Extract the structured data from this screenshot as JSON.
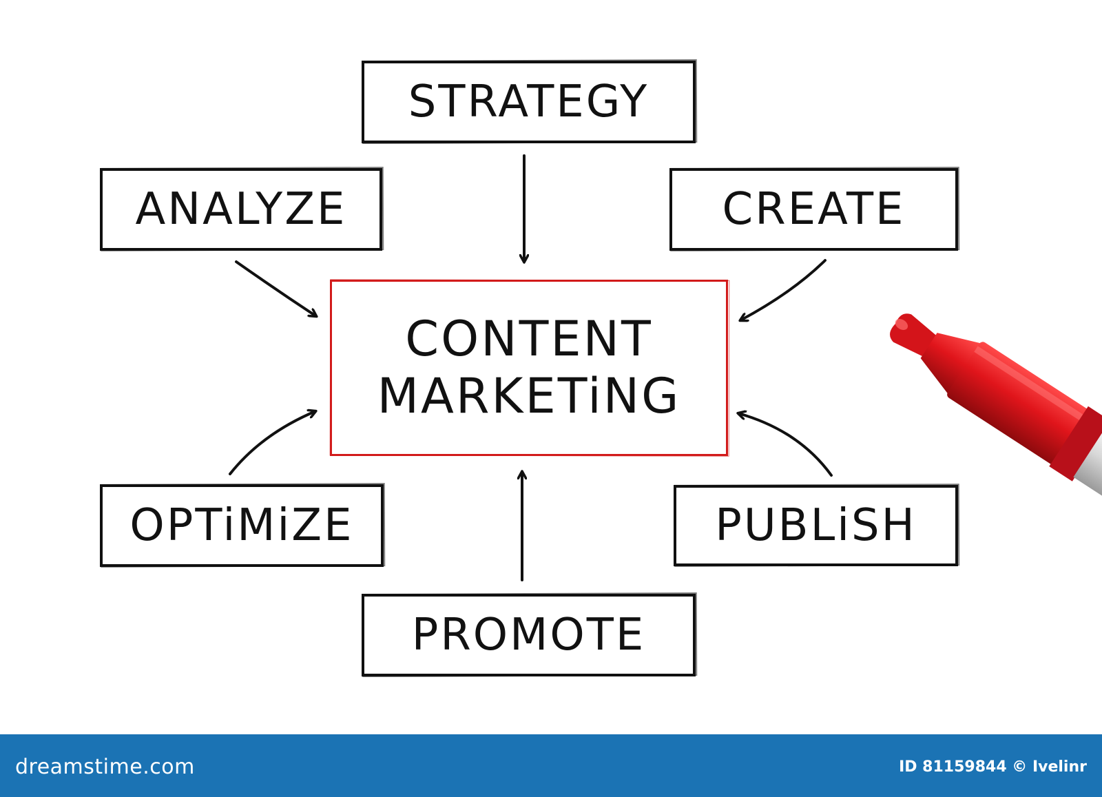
{
  "diagram": {
    "center": {
      "line1": "CONTENT",
      "line2": "MARKETiNG"
    },
    "nodes": {
      "strategy": "STRATEGY",
      "analyze": "ANALYZE",
      "create": "CREATE",
      "optimize": "OPTiMiZE",
      "publish": "PUBLiSH",
      "promote": "PROMOTE"
    },
    "colors": {
      "ink": "#111111",
      "center_border": "#d21b1b",
      "marker_red": "#e0151b",
      "footer_bg": "#1b73b4"
    }
  },
  "footer": {
    "site": "dreamstime.com",
    "id_text": "ID 81159844 © Ivelinr"
  }
}
